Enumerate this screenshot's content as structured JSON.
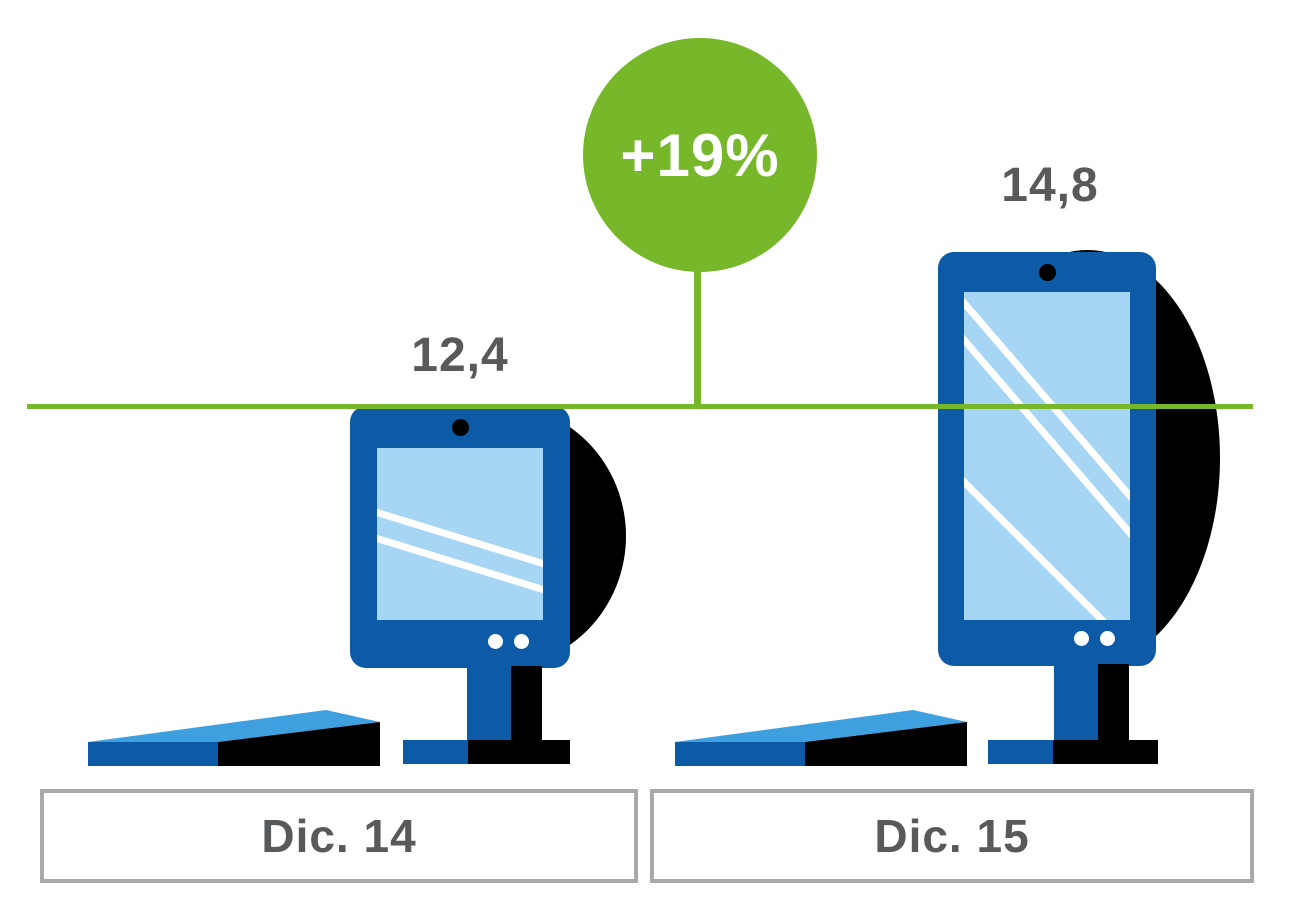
{
  "chart_data": {
    "type": "bar",
    "title": "",
    "categories": [
      "Dic. 14",
      "Dic. 15"
    ],
    "values": [
      12.4,
      14.8
    ],
    "value_labels": [
      "12,4",
      "14,8"
    ],
    "growth_label": "+19%",
    "growth_percent": 19,
    "baseline_value": 12.4,
    "legend": "none",
    "layout": "pictorial comparison; green reference line at the Dic. 14 level; circular green badge with growth percentage connected to the line by a vertical stem"
  },
  "icons": {
    "device": "kiosk-monitor-icon",
    "ramp": "wedge-ramp-icon",
    "badge": "growth-circle-badge"
  },
  "colors": {
    "green": "#76b82a",
    "dark_blue": "#0d5aa6",
    "light_blue": "#a6d6f3",
    "bright_blue": "#3fa0e0",
    "black": "#000000",
    "text_gray": "#58595b",
    "border_gray": "#a7a9ac",
    "white": "#ffffff"
  }
}
